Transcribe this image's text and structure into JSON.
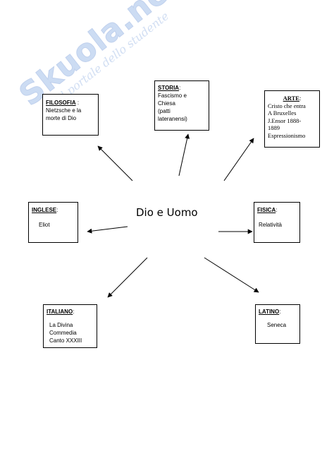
{
  "watermark": {
    "brand": "Skuola.net",
    "tagline": "il portale dello studente"
  },
  "center": {
    "label": "Dio e Uomo"
  },
  "boxes": {
    "filosofia": {
      "title": "FILOSOFIA",
      "suffix": " :",
      "text": "Nietzsche e    la\nmorte di Dio"
    },
    "storia": {
      "title": "STORIA",
      "suffix": ":",
      "text": "Fascismo e\n      Chiesa\n(patti\nlateranensi)"
    },
    "arte": {
      "title": "ARTE",
      "suffix": ":",
      "text": "Cristo che entra\nA Bruxelles\nJ.Ensor 1888-\n1889\nEspressionismo"
    },
    "inglese": {
      "title": "INGLESE",
      "suffix": ":",
      "text": "Eliot"
    },
    "fisica": {
      "title": "FISICA",
      "suffix": ":",
      "text": "Relatività"
    },
    "italiano": {
      "title": "ITALIANO",
      "suffix": ":",
      "text": "La Divina\n  Commedia\nCanto XXXIII"
    },
    "latino": {
      "title": "LATINO",
      "suffix": ":",
      "text": "Seneca"
    }
  }
}
